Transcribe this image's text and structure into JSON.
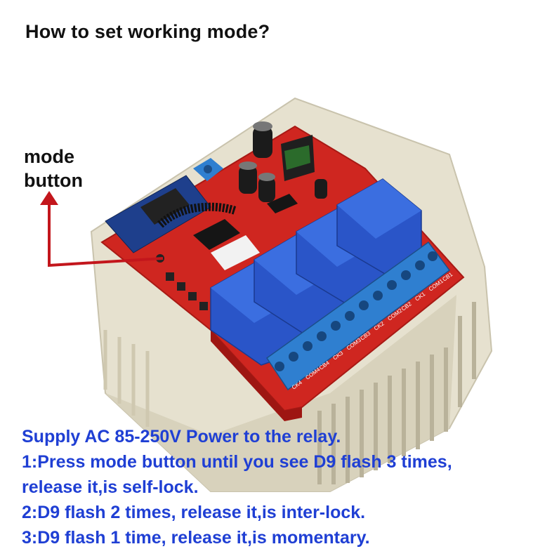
{
  "title": "How to set working mode?",
  "callout": {
    "line1": "mode",
    "line2": "button"
  },
  "instructions": [
    "Supply AC 85-250V Power to the relay.",
    "1:Press mode button until you see D9 flash 3 times,",
    "release it,is self-lock.",
    "2:D9 flash 2 times, release it,is inter-lock.",
    "3:D9 flash 1 time, release it,is momentary."
  ],
  "terminal_labels": [
    "CK4",
    "COM4",
    "CB4",
    "CK3",
    "COM3",
    "CB3",
    "CK2",
    "COM2",
    "CB2",
    "CK1",
    "COM1",
    "CB1"
  ],
  "colors": {
    "text_title": "#111111",
    "text_instructions": "#1f3fd4",
    "pcb": "#d42a24",
    "relay": "#2a55c8",
    "terminal": "#2f7fd0",
    "enclosure": "#e9e4d3",
    "arrow": "#c3161c"
  }
}
